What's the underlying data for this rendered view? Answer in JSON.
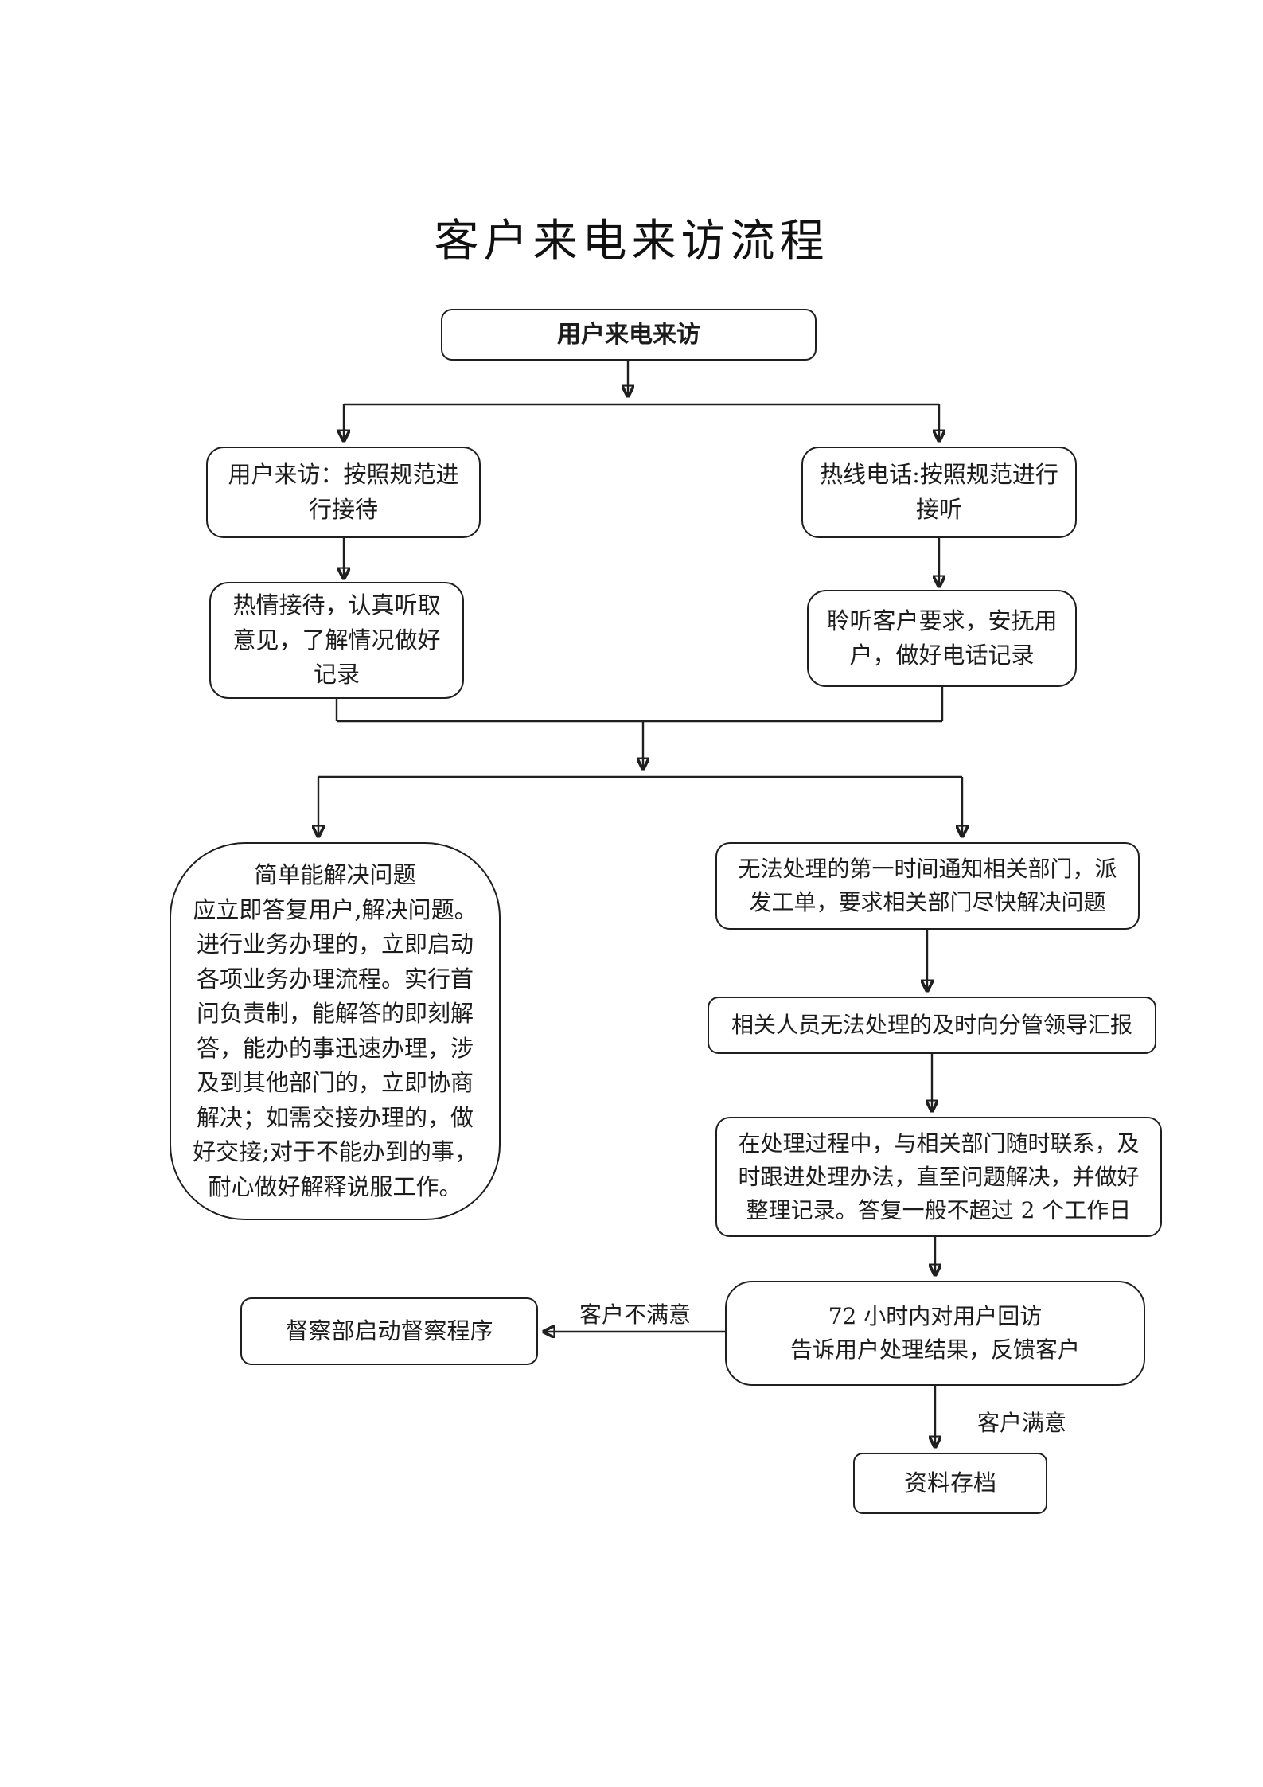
{
  "title": "客户来电来访流程",
  "nodes": {
    "start": "用户来电来访",
    "visit": "用户来访：按照规范进\n行接待",
    "hotline": "热线电话:按照规范进行\n接听",
    "reception": "热情接待，认真听取\n意见，了解情况做好\n记录",
    "listen": "聆听客户要求，安抚用\n户，做好电话记录",
    "simple": "简单能解决问题\n应立即答复用户,解决问题。\n进行业务办理的，立即启动\n各项业务办理流程。实行首\n问负责制，能解答的即刻解\n答，能办的事迅速办理，涉\n及到其他部门的，立即协商\n解决；如需交接办理的，做\n好交接;对于不能办到的事，\n耐心做好解释说服工作。",
    "notify": "无法处理的第一时间通知相关部门，派\n发工单，要求相关部门尽快解决问题",
    "report": "相关人员无法处理的及时向分管领导汇报",
    "follow": "在处理过程中，与相关部门随时联系，及\n时跟进处理办法，直至问题解决，并做好\n整理记录。答复一般不超过 2 个工作日",
    "callback": "72 小时内对用户回访\n告诉用户处理结果，反馈客户",
    "supervise": "督察部启动督察程序",
    "archive": "资料存档"
  },
  "labels": {
    "unsatisfied": "客户不满意",
    "satisfied": "客户满意"
  }
}
